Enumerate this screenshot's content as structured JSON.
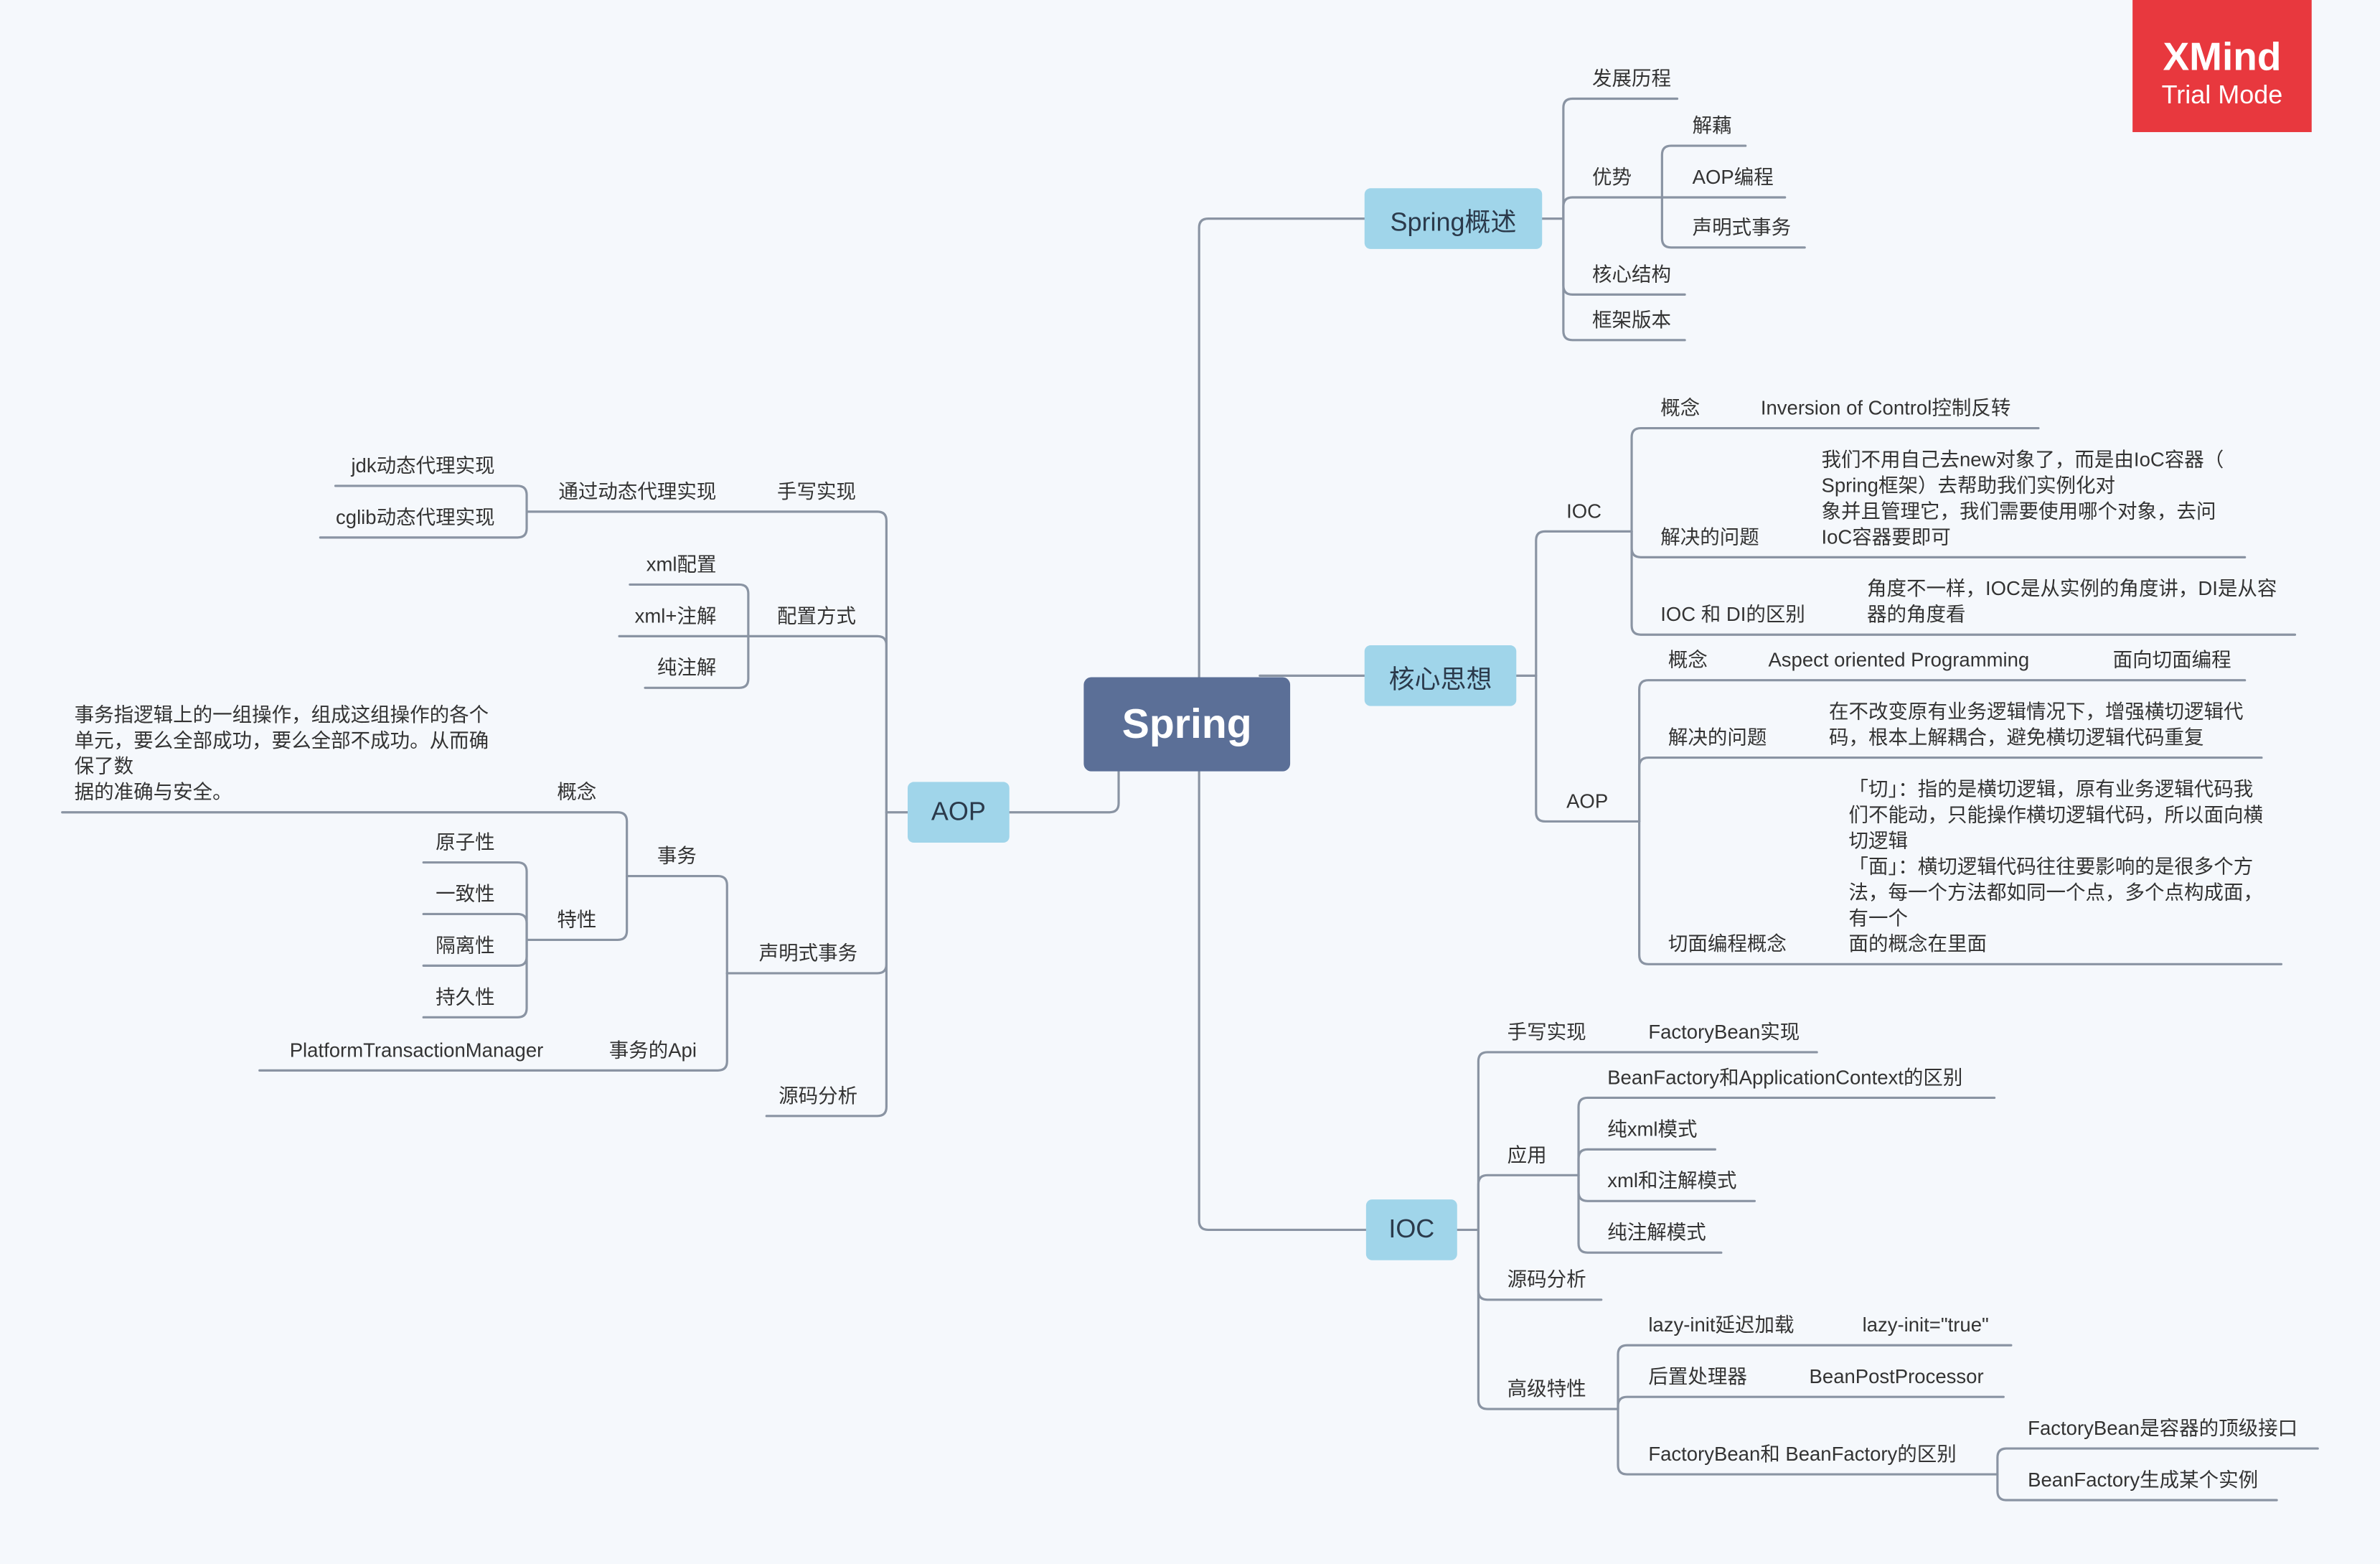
{
  "watermark": {
    "brand": "XMind",
    "mode": "Trial Mode"
  },
  "colors": {
    "background": "#f5f8fc",
    "central_topic": "#5b6f97",
    "main_topic": "#a0d5ea",
    "connector": "#8a94a3",
    "text": "#333333",
    "watermark": "#e8383e"
  },
  "root": {
    "label": "Spring"
  },
  "overview": {
    "label": "Spring概述",
    "history": "发展历程",
    "advantages": {
      "label": "优势",
      "items": [
        "解藕",
        "AOP编程",
        "声明式事务"
      ]
    },
    "core_structure": "核心结构",
    "versions": "框架版本"
  },
  "core_ideas": {
    "label": "核心思想",
    "ioc": {
      "label": "IOC",
      "concept": {
        "label": "概念",
        "value": "Inversion of Control控制反转"
      },
      "problem": {
        "label": "解决的问题",
        "lines": [
          "我们不用自己去new对象了，而是由IoC容器（",
          "Spring框架）去帮助我们实例化对",
          "象并且管理它，我们需要使用哪个对象，去问",
          "IoC容器要即可"
        ]
      },
      "ioc_vs_di": {
        "label": "IOC 和 DI的区别",
        "lines": [
          "角度不一样，IOC是从实例的角度讲，DI是从容",
          "器的角度看"
        ]
      }
    },
    "aop": {
      "label": "AOP",
      "concept": {
        "label": "概念",
        "value": "Aspect oriented Programming",
        "translation": "面向切面编程"
      },
      "problem": {
        "label": "解决的问题",
        "lines": [
          "在不改变原有业务逻辑情况下，增强横切逻辑代",
          "码，根本上解耦合，避免横切逻辑代码重复"
        ]
      },
      "aspect_concept": {
        "label": "切面编程概念",
        "lines": [
          "「切」：指的是横切逻辑，原有业务逻辑代码我",
          "们不能动，只能操作横切逻辑代码，所以面向横",
          "切逻辑",
          "「面」：横切逻辑代码往往要影响的是很多个方",
          "法，每一个方法都如同一个点，多个点构成面，",
          "有一个",
          "面的概念在里面"
        ]
      }
    }
  },
  "ioc": {
    "label": "IOC",
    "handwritten": {
      "label": "手写实现",
      "value": "FactoryBean实现"
    },
    "application": {
      "label": "应用",
      "items": [
        "BeanFactory和ApplicationContext的区别",
        "纯xml模式",
        "xml和注解模式",
        "纯注解模式"
      ]
    },
    "source": "源码分析",
    "advanced": {
      "label": "高级特性",
      "lazy_init": {
        "label": "lazy-init延迟加载",
        "value": "lazy-init=\"true\""
      },
      "post_processor": {
        "label": "后置处理器",
        "value": "BeanPostProcessor"
      },
      "factorybean_diff": {
        "label": "FactoryBean和 BeanFactory的区别",
        "items": [
          "FactoryBean是容器的顶级接口",
          "BeanFactory生成某个实例"
        ]
      }
    }
  },
  "aop": {
    "label": "AOP",
    "handwritten": {
      "label": "手写实现",
      "via": {
        "label": "通过动态代理实现",
        "items": [
          "jdk动态代理实现",
          "cglib动态代理实现"
        ]
      }
    },
    "config": {
      "label": "配置方式",
      "items": [
        "xml配置",
        "xml+注解",
        "纯注解"
      ]
    },
    "declarative_tx": {
      "label": "声明式事务",
      "transaction": {
        "label": "事务",
        "concept": {
          "label": "概念",
          "lines": [
            "事务指逻辑上的一组操作，组成这组操作的各个",
            "单元，要么全部成功，要么全部不成功。从而确",
            "保了数",
            "据的准确与安全。"
          ]
        },
        "properties": {
          "label": "特性",
          "items": [
            "原子性",
            "一致性",
            "隔离性",
            "持久性"
          ]
        }
      },
      "api": {
        "label": "事务的Api",
        "value": "PlatformTransactionManager"
      }
    },
    "source": "源码分析"
  }
}
